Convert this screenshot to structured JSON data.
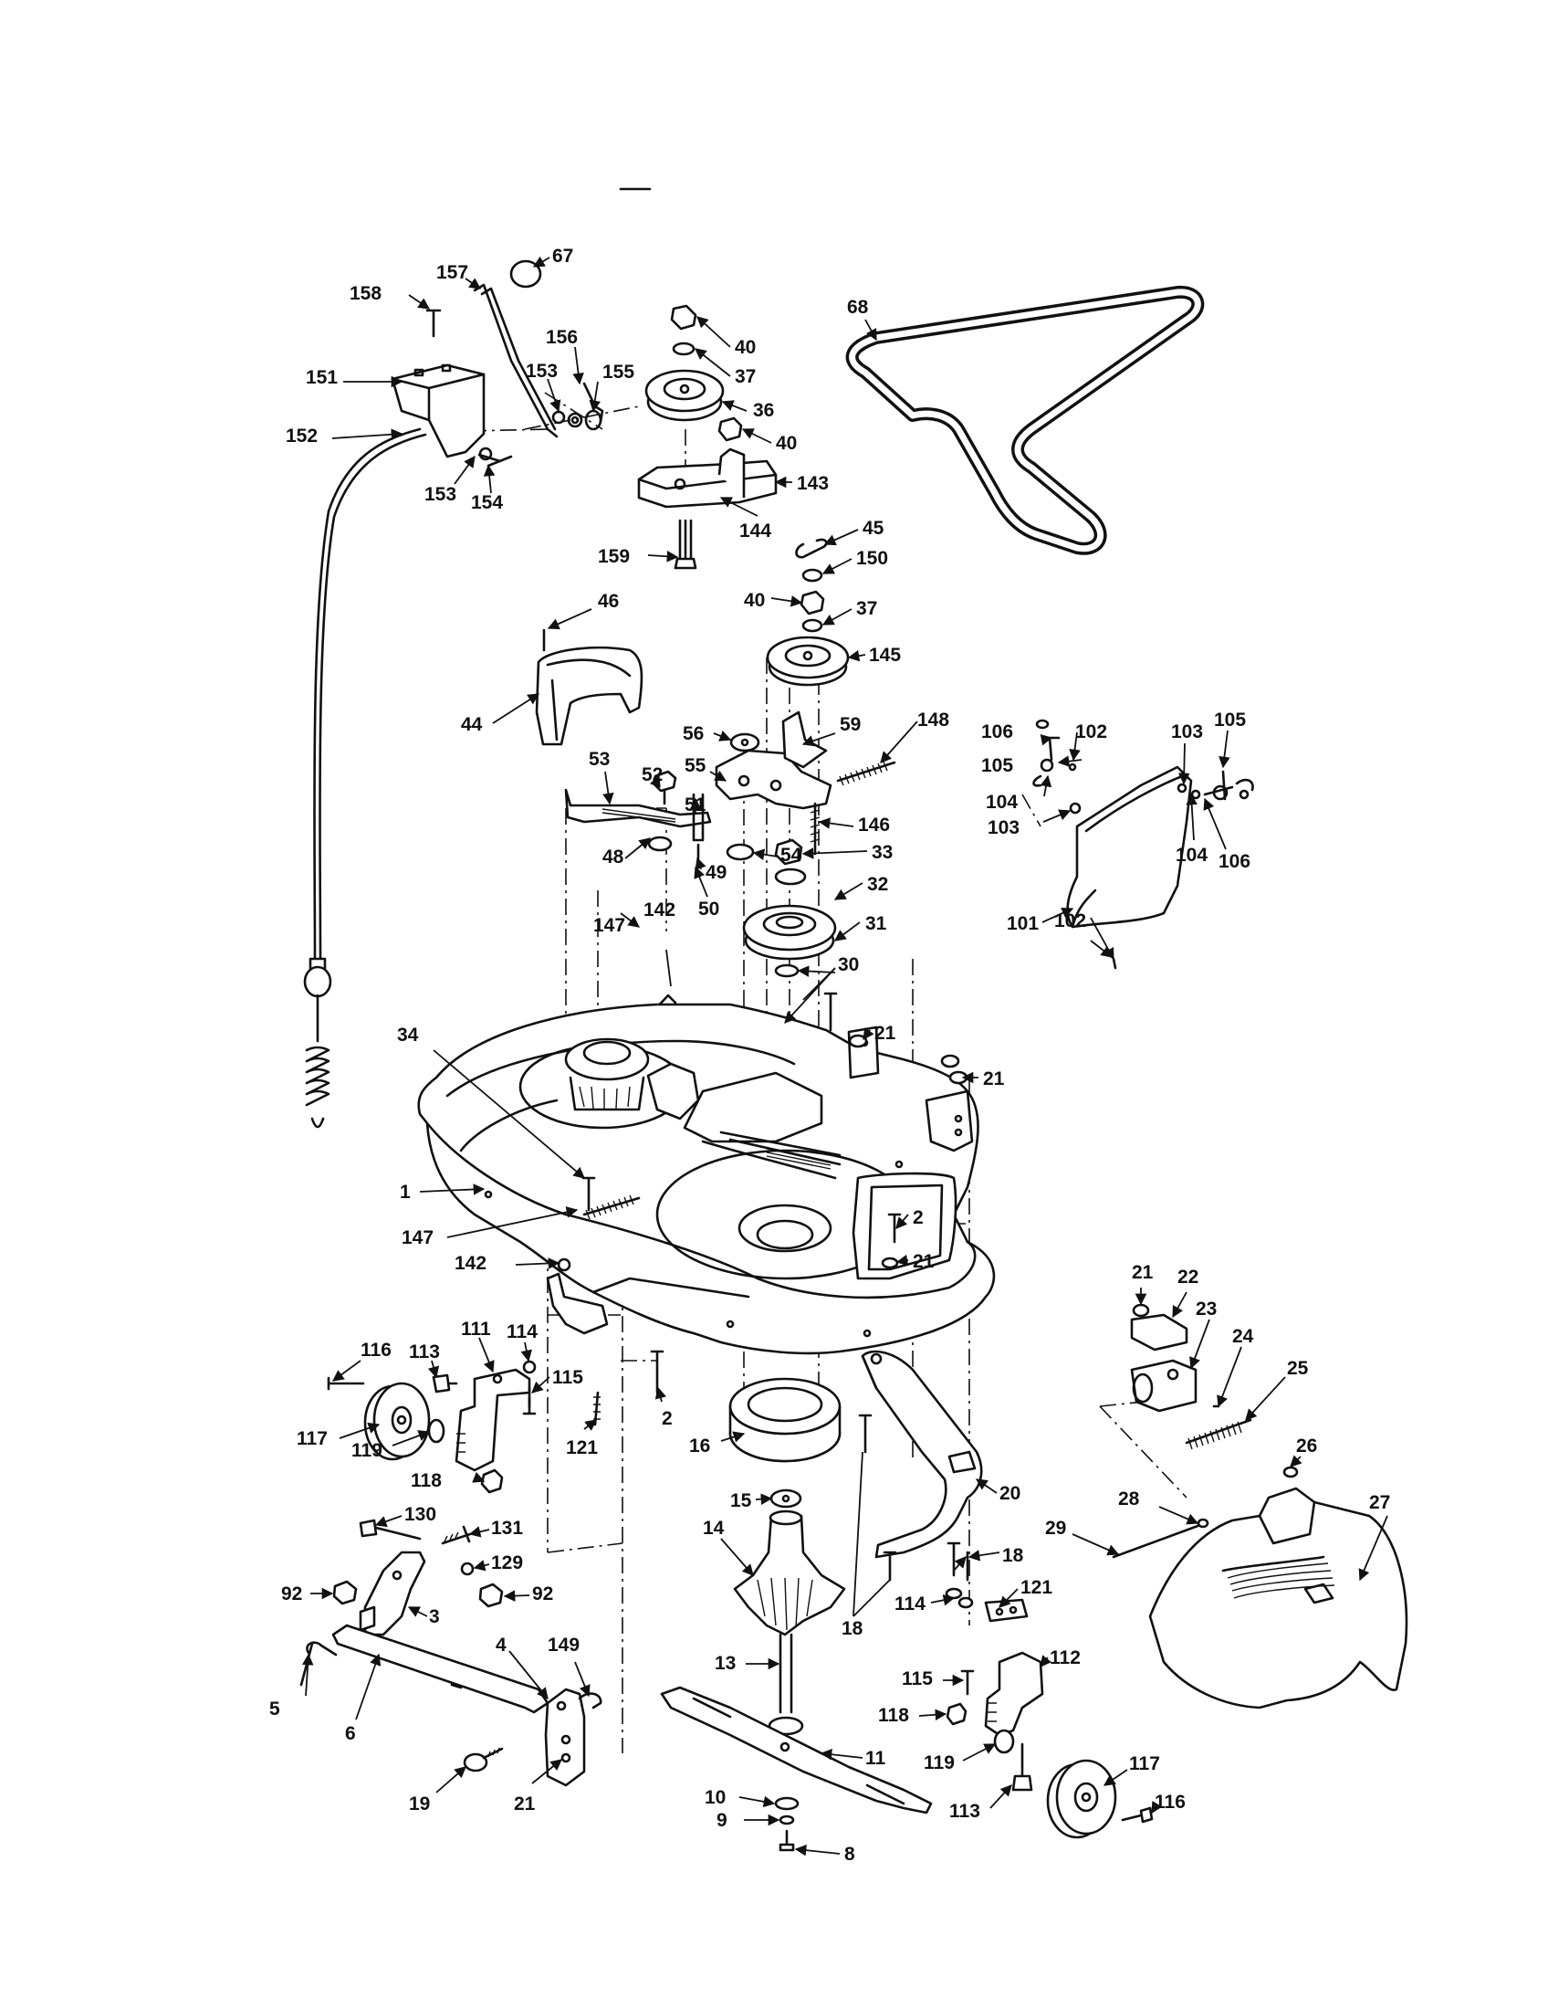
{
  "callouts": [
    {
      "id": "c67",
      "text": "67"
    },
    {
      "id": "c157",
      "text": "157"
    },
    {
      "id": "c158",
      "text": "158"
    },
    {
      "id": "c156",
      "text": "156"
    },
    {
      "id": "c153a",
      "text": "153"
    },
    {
      "id": "c155",
      "text": "155"
    },
    {
      "id": "c151",
      "text": "151"
    },
    {
      "id": "c152",
      "text": "152"
    },
    {
      "id": "c153b",
      "text": "153"
    },
    {
      "id": "c154",
      "text": "154"
    },
    {
      "id": "c40a",
      "text": "40"
    },
    {
      "id": "c37a",
      "text": "37"
    },
    {
      "id": "c36",
      "text": "36"
    },
    {
      "id": "c40b",
      "text": "40"
    },
    {
      "id": "c143",
      "text": "143"
    },
    {
      "id": "c144",
      "text": "144"
    },
    {
      "id": "c159",
      "text": "159"
    },
    {
      "id": "c45",
      "text": "45"
    },
    {
      "id": "c150",
      "text": "150"
    },
    {
      "id": "c40c",
      "text": "40"
    },
    {
      "id": "c37b",
      "text": "37"
    },
    {
      "id": "c145",
      "text": "145"
    },
    {
      "id": "c68",
      "text": "68"
    },
    {
      "id": "c46",
      "text": "46"
    },
    {
      "id": "c44",
      "text": "44"
    },
    {
      "id": "c56",
      "text": "56"
    },
    {
      "id": "c59",
      "text": "59"
    },
    {
      "id": "c148",
      "text": "148"
    },
    {
      "id": "c53",
      "text": "53"
    },
    {
      "id": "c52",
      "text": "52"
    },
    {
      "id": "c55",
      "text": "55"
    },
    {
      "id": "c51",
      "text": "51"
    },
    {
      "id": "c146",
      "text": "146"
    },
    {
      "id": "c54",
      "text": "54"
    },
    {
      "id": "c48",
      "text": "48"
    },
    {
      "id": "c49",
      "text": "49"
    },
    {
      "id": "c50",
      "text": "50"
    },
    {
      "id": "c33",
      "text": "33"
    },
    {
      "id": "c32",
      "text": "32"
    },
    {
      "id": "c31",
      "text": "31"
    },
    {
      "id": "c30",
      "text": "30"
    },
    {
      "id": "c147a",
      "text": "147"
    },
    {
      "id": "c142a",
      "text": "142"
    },
    {
      "id": "c106a",
      "text": "106"
    },
    {
      "id": "c105a",
      "text": "105"
    },
    {
      "id": "c102a",
      "text": "102"
    },
    {
      "id": "c103a",
      "text": "103"
    },
    {
      "id": "c105b",
      "text": "105"
    },
    {
      "id": "c104a",
      "text": "104"
    },
    {
      "id": "c103b",
      "text": "103"
    },
    {
      "id": "c101",
      "text": "101"
    },
    {
      "id": "c104b",
      "text": "104"
    },
    {
      "id": "c106b",
      "text": "106"
    },
    {
      "id": "c102b",
      "text": "102"
    },
    {
      "id": "c34",
      "text": "34"
    },
    {
      "id": "c21a",
      "text": "21"
    },
    {
      "id": "c21b",
      "text": "21"
    },
    {
      "id": "c1",
      "text": "1"
    },
    {
      "id": "c147b",
      "text": "147"
    },
    {
      "id": "c2a",
      "text": "2"
    },
    {
      "id": "c21c",
      "text": "21"
    },
    {
      "id": "c142b",
      "text": "142"
    },
    {
      "id": "c21d",
      "text": "21"
    },
    {
      "id": "c22",
      "text": "22"
    },
    {
      "id": "c23",
      "text": "23"
    },
    {
      "id": "c24",
      "text": "24"
    },
    {
      "id": "c25",
      "text": "25"
    },
    {
      "id": "c26",
      "text": "26"
    },
    {
      "id": "c116a",
      "text": "116"
    },
    {
      "id": "c113a",
      "text": "113"
    },
    {
      "id": "c111",
      "text": "111"
    },
    {
      "id": "c114a",
      "text": "114"
    },
    {
      "id": "c115a",
      "text": "115"
    },
    {
      "id": "c117a",
      "text": "117"
    },
    {
      "id": "c119a",
      "text": "119"
    },
    {
      "id": "c121a",
      "text": "121"
    },
    {
      "id": "c118a",
      "text": "118"
    },
    {
      "id": "c2b",
      "text": "2"
    },
    {
      "id": "c16",
      "text": "16"
    },
    {
      "id": "c20",
      "text": "20"
    },
    {
      "id": "c15",
      "text": "15"
    },
    {
      "id": "c14",
      "text": "14"
    },
    {
      "id": "c18a",
      "text": "18"
    },
    {
      "id": "c28",
      "text": "28"
    },
    {
      "id": "c27",
      "text": "27"
    },
    {
      "id": "c29",
      "text": "29"
    },
    {
      "id": "c130",
      "text": "130"
    },
    {
      "id": "c131",
      "text": "131"
    },
    {
      "id": "c129",
      "text": "129"
    },
    {
      "id": "c92a",
      "text": "92"
    },
    {
      "id": "c92b",
      "text": "92"
    },
    {
      "id": "c3",
      "text": "3"
    },
    {
      "id": "c121b",
      "text": "121"
    },
    {
      "id": "c114b",
      "text": "114"
    },
    {
      "id": "c18b",
      "text": "18"
    },
    {
      "id": "c4",
      "text": "4"
    },
    {
      "id": "c149",
      "text": "149"
    },
    {
      "id": "c5",
      "text": "5"
    },
    {
      "id": "c6",
      "text": "6"
    },
    {
      "id": "c13",
      "text": "13"
    },
    {
      "id": "c112",
      "text": "112"
    },
    {
      "id": "c115b",
      "text": "115"
    },
    {
      "id": "c118b",
      "text": "118"
    },
    {
      "id": "c11",
      "text": "11"
    },
    {
      "id": "c19",
      "text": "19"
    },
    {
      "id": "c21e",
      "text": "21"
    },
    {
      "id": "c119b",
      "text": "119"
    },
    {
      "id": "c117b",
      "text": "117"
    },
    {
      "id": "c10",
      "text": "10"
    },
    {
      "id": "c9",
      "text": "9"
    },
    {
      "id": "c8",
      "text": "8"
    },
    {
      "id": "c113b",
      "text": "113"
    },
    {
      "id": "c116b",
      "text": "116"
    }
  ]
}
